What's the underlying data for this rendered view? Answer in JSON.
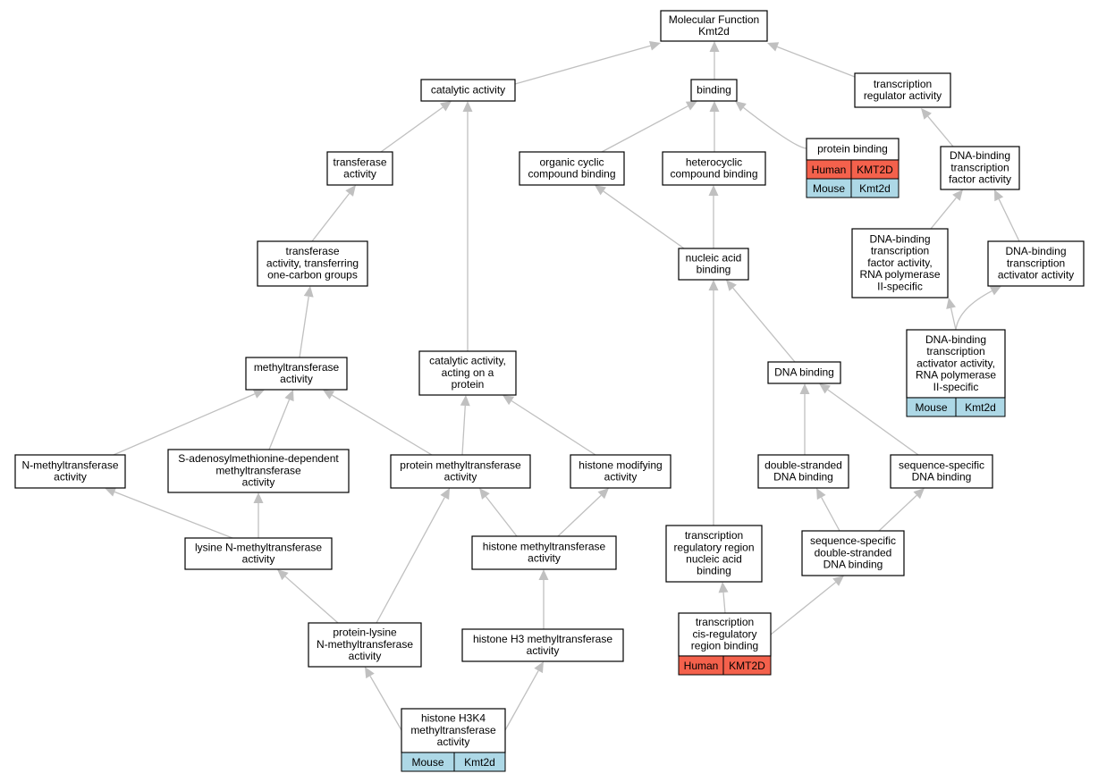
{
  "colors": {
    "edge": "#c0c0c0",
    "human": "#f4614c",
    "mouse": "#add8e6",
    "node_border": "#000000",
    "node_fill": "#ffffff"
  },
  "nodes": [
    {
      "id": "root",
      "lines": [
        "Molecular Function",
        "Kmt2d"
      ]
    },
    {
      "id": "catalytic",
      "lines": [
        "catalytic activity"
      ]
    },
    {
      "id": "binding",
      "lines": [
        "binding"
      ]
    },
    {
      "id": "tra",
      "lines": [
        "transcription",
        "regulator activity"
      ]
    },
    {
      "id": "transferase",
      "lines": [
        "transferase",
        "activity"
      ]
    },
    {
      "id": "ocb",
      "lines": [
        "organic cyclic",
        "compound binding"
      ]
    },
    {
      "id": "hcb",
      "lines": [
        "heterocyclic",
        "compound binding"
      ]
    },
    {
      "id": "pb",
      "lines": [
        "protein binding"
      ],
      "species": [
        {
          "org": "Human",
          "gene": "KMT2D"
        },
        {
          "id": "m",
          "org": "Mouse",
          "gene": "Kmt2d"
        }
      ]
    },
    {
      "id": "dbtf",
      "lines": [
        "DNA-binding",
        "transcription",
        "factor activity"
      ]
    },
    {
      "id": "tocg",
      "lines": [
        "transferase",
        "activity, transferring",
        "one-carbon groups"
      ]
    },
    {
      "id": "nab",
      "lines": [
        "nucleic acid",
        "binding"
      ]
    },
    {
      "id": "dbtfpol2",
      "lines": [
        "DNA-binding",
        "transcription",
        "factor activity,",
        "RNA polymerase",
        "II-specific"
      ]
    },
    {
      "id": "dbta",
      "lines": [
        "DNA-binding",
        "transcription",
        "activator activity"
      ]
    },
    {
      "id": "mta",
      "lines": [
        "methyltransferase",
        "activity"
      ]
    },
    {
      "id": "cap",
      "lines": [
        "catalytic activity,",
        "acting on a",
        "protein"
      ]
    },
    {
      "id": "dnab",
      "lines": [
        "DNA binding"
      ]
    },
    {
      "id": "dbtapol2",
      "lines": [
        "DNA-binding",
        "transcription",
        "activator activity,",
        "RNA polymerase",
        "II-specific"
      ],
      "species": [
        {
          "org": "Mouse",
          "gene": "Kmt2d"
        }
      ]
    },
    {
      "id": "nmt",
      "lines": [
        "N-methyltransferase",
        "activity"
      ]
    },
    {
      "id": "sam",
      "lines": [
        "S-adenosylmethionine-dependent",
        "methyltransferase",
        "activity"
      ]
    },
    {
      "id": "pmt",
      "lines": [
        "protein methyltransferase",
        "activity"
      ]
    },
    {
      "id": "hmod",
      "lines": [
        "histone modifying",
        "activity"
      ]
    },
    {
      "id": "dsdna",
      "lines": [
        "double-stranded",
        "DNA binding"
      ]
    },
    {
      "id": "ssdna",
      "lines": [
        "sequence-specific",
        "DNA binding"
      ]
    },
    {
      "id": "lnmt",
      "lines": [
        "lysine N-methyltransferase",
        "activity"
      ]
    },
    {
      "id": "hmt",
      "lines": [
        "histone methyltransferase",
        "activity"
      ]
    },
    {
      "id": "trr",
      "lines": [
        "transcription",
        "regulatory region",
        "nucleic acid",
        "binding"
      ]
    },
    {
      "id": "ssds",
      "lines": [
        "sequence-specific",
        "double-stranded",
        "DNA binding"
      ]
    },
    {
      "id": "plnmt",
      "lines": [
        "protein-lysine",
        "N-methyltransferase",
        "activity"
      ]
    },
    {
      "id": "h3mt",
      "lines": [
        "histone H3 methyltransferase",
        "activity"
      ]
    },
    {
      "id": "tcis",
      "lines": [
        "transcription",
        "cis-regulatory",
        "region binding"
      ],
      "species": [
        {
          "org": "Human",
          "gene": "KMT2D"
        }
      ]
    },
    {
      "id": "h3k4",
      "lines": [
        "histone H3K4",
        "methyltransferase",
        "activity"
      ],
      "species": [
        {
          "org": "Mouse",
          "gene": "Kmt2d"
        }
      ]
    }
  ],
  "edges": [
    {
      "from": "catalytic",
      "to": "root"
    },
    {
      "from": "binding",
      "to": "root"
    },
    {
      "from": "tra",
      "to": "root"
    },
    {
      "from": "transferase",
      "to": "catalytic"
    },
    {
      "from": "cap",
      "to": "catalytic"
    },
    {
      "from": "ocb",
      "to": "binding"
    },
    {
      "from": "hcb",
      "to": "binding"
    },
    {
      "from": "pb",
      "to": "binding"
    },
    {
      "from": "dbtf",
      "to": "tra"
    },
    {
      "from": "tocg",
      "to": "transferase"
    },
    {
      "from": "nab",
      "to": "ocb"
    },
    {
      "from": "nab",
      "to": "hcb"
    },
    {
      "from": "dbtfpol2",
      "to": "dbtf"
    },
    {
      "from": "dbta",
      "to": "dbtf"
    },
    {
      "from": "mta",
      "to": "tocg"
    },
    {
      "from": "dnab",
      "to": "nab"
    },
    {
      "from": "trr",
      "to": "nab"
    },
    {
      "from": "dbtapol2",
      "to": "dbtfpol2"
    },
    {
      "from": "dbtapol2",
      "to": "dbta"
    },
    {
      "from": "nmt",
      "to": "mta"
    },
    {
      "from": "sam",
      "to": "mta"
    },
    {
      "from": "pmt",
      "to": "mta"
    },
    {
      "from": "pmt",
      "to": "cap"
    },
    {
      "from": "hmod",
      "to": "cap"
    },
    {
      "from": "dsdna",
      "to": "dnab"
    },
    {
      "from": "ssdna",
      "to": "dnab"
    },
    {
      "from": "lnmt",
      "to": "nmt"
    },
    {
      "from": "lnmt",
      "to": "sam"
    },
    {
      "from": "hmt",
      "to": "pmt"
    },
    {
      "from": "hmt",
      "to": "hmod"
    },
    {
      "from": "ssds",
      "to": "dsdna"
    },
    {
      "from": "ssds",
      "to": "ssdna"
    },
    {
      "from": "plnmt",
      "to": "lnmt"
    },
    {
      "from": "plnmt",
      "to": "pmt"
    },
    {
      "from": "h3mt",
      "to": "hmt"
    },
    {
      "from": "tcis",
      "to": "trr"
    },
    {
      "from": "tcis",
      "to": "ssds"
    },
    {
      "from": "h3k4",
      "to": "plnmt"
    },
    {
      "from": "h3k4",
      "to": "h3mt"
    }
  ]
}
